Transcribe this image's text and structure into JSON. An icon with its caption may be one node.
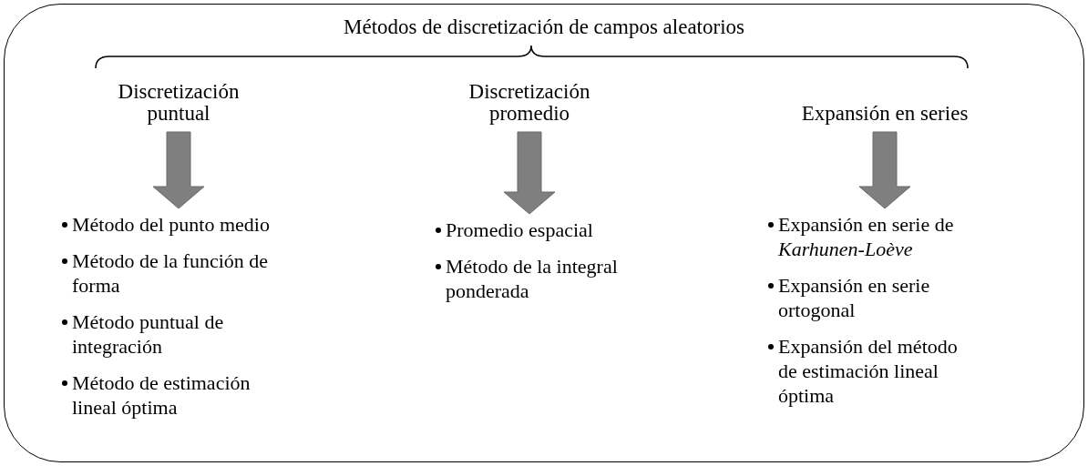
{
  "diagram": {
    "nodes": [
      {
        "text": [
          "Métodos de discretización de campos aleatorios"
        ]
      },
      {
        "text": [
          "Discretización puntual"
        ],
        "in": 0
      },
      {
        "text": [
          "Método del punto medio",
          "Método de la función de forma",
          "Método puntual de integración",
          "Método de estimación lineal óptima"
        ],
        "in": 0
      },
      {
        "text": [
          "Discretización promedio"
        ],
        "in": 0
      },
      {
        "text": [
          "Promedio espacial",
          "Método de la integral ponderada"
        ],
        "in": 0
      },
      {
        "text": [
          "Expansión en series"
        ],
        "in": 0
      },
      {
        "text": [
          "Expansión en serie de *Karhunen-Loève*",
          "Expansión en serie ortogonal",
          "Expansión del método de estimación lineal óptima"
        ],
        "in": 0
      }
    ],
    "edges": [
      {
        "from": 1,
        "to": 2,
        "arrow": "to"
      },
      {
        "from": 3,
        "to": 4,
        "arrow": "to"
      },
      {
        "from": 5,
        "to": 6,
        "arrow": "to"
      }
    ]
  }
}
